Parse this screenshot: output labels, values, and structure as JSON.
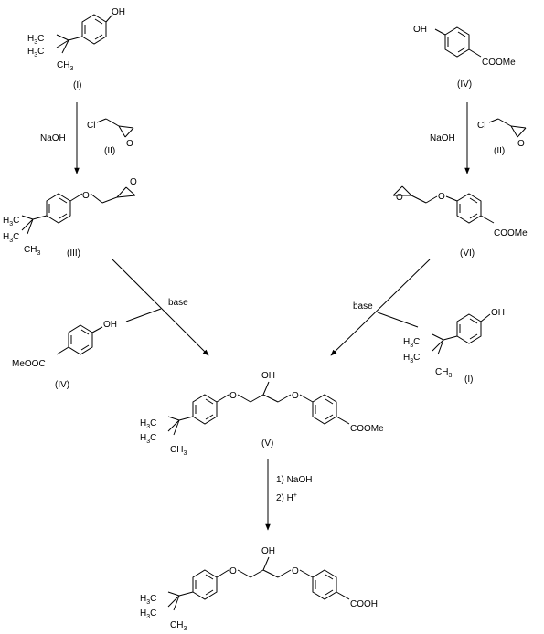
{
  "atoms": {
    "oh": "OH",
    "o": "O",
    "cl": "Cl",
    "h3c": "H",
    "c": "C",
    "three": "3",
    "ch": "CH",
    "coome": "COOMe",
    "meooc": "MeOOC",
    "cooh": "COOH"
  },
  "labels": {
    "I": "(I)",
    "II": "(II)",
    "III": "(III)",
    "IV": "(IV)",
    "V": "(V)",
    "VI": "(VI)"
  },
  "reagents": {
    "naoh": "NaOH",
    "base": "base",
    "step1": "1) NaOH",
    "step2": "2) H",
    "step2_sup": "+"
  }
}
